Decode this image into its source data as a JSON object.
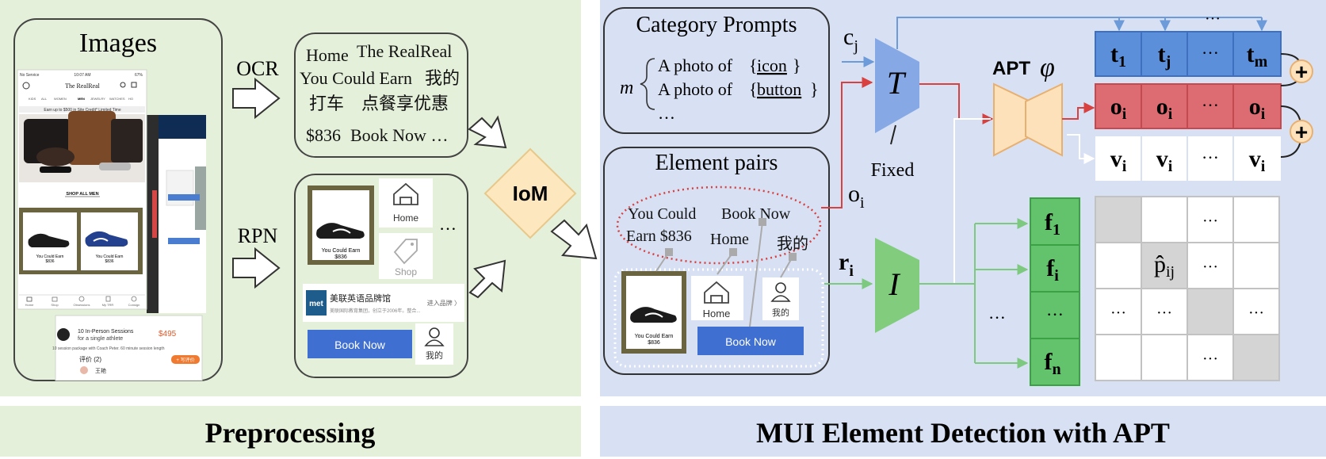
{
  "preprocessing": {
    "title": "Preprocessing",
    "images_label": "Images",
    "ocr_label": "OCR",
    "rpn_label": "RPN",
    "iom_label": "IoM",
    "ocr_lines": [
      "Home",
      "The RealReal",
      "You Could Earn",
      "我的",
      "打车",
      "点餐享优惠",
      "$836",
      "Book Now …"
    ],
    "crops": {
      "shoe_caption_1": "You Could Earn",
      "shoe_caption_2": "$836",
      "home": "Home",
      "shop": "Shop",
      "ellipsis": "…",
      "banner_title": "美联英语品牌馆",
      "banner_sub": "美联国际教育集团，创立于2006年。整合...",
      "banner_action": "进入品牌 〉",
      "banner_logo": "met",
      "book_now": "Book Now",
      "me": "我的"
    },
    "screenshot": {
      "status_left": "No Service",
      "status_time": "10:07 AM",
      "status_right": "67%",
      "brand": "The RealReal",
      "nav": [
        "KIDS",
        "ALL",
        "WOMEN",
        "MEN",
        "JEWELRY",
        "WATCHES",
        "HO"
      ],
      "promo": "Earn up to $500 in Site Credit* Limited Time",
      "shop_all": "SHOP ALL MEN",
      "card_1": "You Could Earn",
      "card_2": "$836",
      "tabbar": [
        "Home",
        "Shop",
        "Obsessions",
        "My TRR",
        "Consign"
      ],
      "back_sessions_1": "10 In-Person Sessions",
      "back_sessions_2": "for a single athlete",
      "back_sessions_3": "10 session package with Coach Peter. 60 minute session length",
      "back_price": "$495",
      "back_rating": "评价 (2)",
      "back_btn": "+ 写评价",
      "back_user": "王艳"
    }
  },
  "detection": {
    "title": "MUI Element Detection with APT",
    "category_prompts_title": "Category Prompts",
    "m_label": "m",
    "prompt_prefix": "A photo of",
    "prompt_1": "icon",
    "prompt_2": "button",
    "prompt_more": "…",
    "element_pairs_title": "Element pairs",
    "pair_texts": [
      "You Could",
      "Earn $836",
      "Book Now",
      "Home",
      "我的"
    ],
    "pair_crops": {
      "home": "Home",
      "me": "我的",
      "book_now": "Book Now",
      "shoe_1": "You Could Earn",
      "shoe_2": "$836"
    },
    "cj_label": "c",
    "cj_sub": "j",
    "oi_label": "o",
    "oi_sub": "i",
    "ri_label": "r",
    "ri_sub": "i",
    "T_label": "T",
    "I_label": "I",
    "fixed_label": "Fixed",
    "apt_label": "APT",
    "phi_label": "φ",
    "t_row": [
      {
        "b": "t",
        "s": "1"
      },
      {
        "b": "t",
        "s": "j"
      },
      {
        "b": "···",
        "s": ""
      },
      {
        "b": "t",
        "s": "m"
      }
    ],
    "o_row": [
      {
        "b": "o",
        "s": "i"
      },
      {
        "b": "o",
        "s": "i"
      },
      {
        "b": "···",
        "s": ""
      },
      {
        "b": "o",
        "s": "i"
      }
    ],
    "v_row": [
      {
        "b": "v",
        "s": "i"
      },
      {
        "b": "v",
        "s": "i"
      },
      {
        "b": "···",
        "s": ""
      },
      {
        "b": "v",
        "s": "i"
      }
    ],
    "top_dots": "···",
    "plus": "+",
    "f_col": [
      {
        "b": "f",
        "s": "1"
      },
      {
        "b": "f",
        "s": "i"
      },
      {
        "b": "···",
        "s": ""
      },
      {
        "b": "f",
        "s": "n"
      }
    ],
    "f_dots_left": "···",
    "matrix": [
      [
        "",
        "",
        "···",
        ""
      ],
      [
        "",
        "p̂",
        "···",
        ""
      ],
      [
        "···",
        "···",
        "",
        "···"
      ],
      [
        "",
        "",
        "···",
        ""
      ]
    ],
    "matrix_sub": "ij",
    "colors": {
      "t_fill": "#5b8fd9",
      "o_fill": "#dd6b72",
      "f_fill": "#63c26c",
      "panel_left": "#e4f0d9",
      "panel_right": "#d8e1f4",
      "apt_fill": "#fde1bb"
    }
  }
}
